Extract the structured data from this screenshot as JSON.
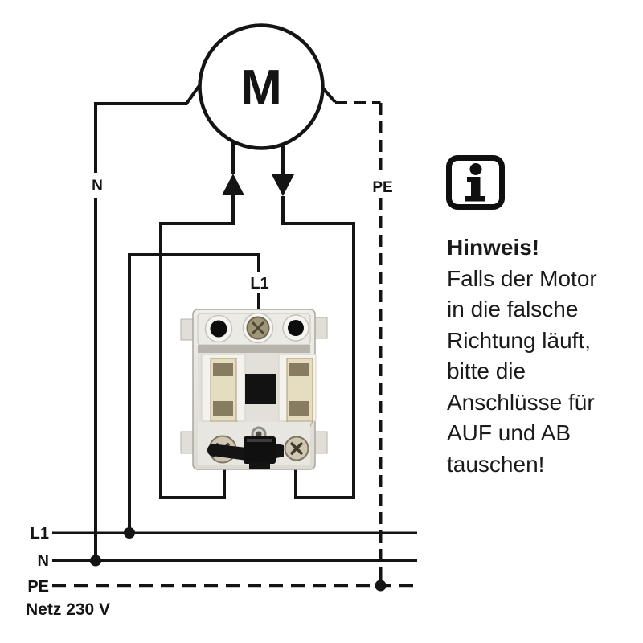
{
  "motor": {
    "label": "M"
  },
  "wire_labels": {
    "neutral_top": "N",
    "pe_top": "PE",
    "l1_mid": "L1"
  },
  "rails": {
    "l1": "L1",
    "n": "N",
    "pe": "PE",
    "caption": "Netz 230 V"
  },
  "note": {
    "icon_glyph": "i",
    "title": "Hinweis!",
    "lines": [
      "Falls der Motor",
      "in die falsche",
      "Richtung läuft,",
      "bitte die",
      "Anschlüsse für",
      "AUF und AB",
      "tauschen!"
    ]
  },
  "colors": {
    "line": "#141414",
    "background": "#ffffff",
    "switch_body": "#e9e7e1",
    "switch_clamp": "#e6dcc0",
    "switch_black": "#121212"
  }
}
